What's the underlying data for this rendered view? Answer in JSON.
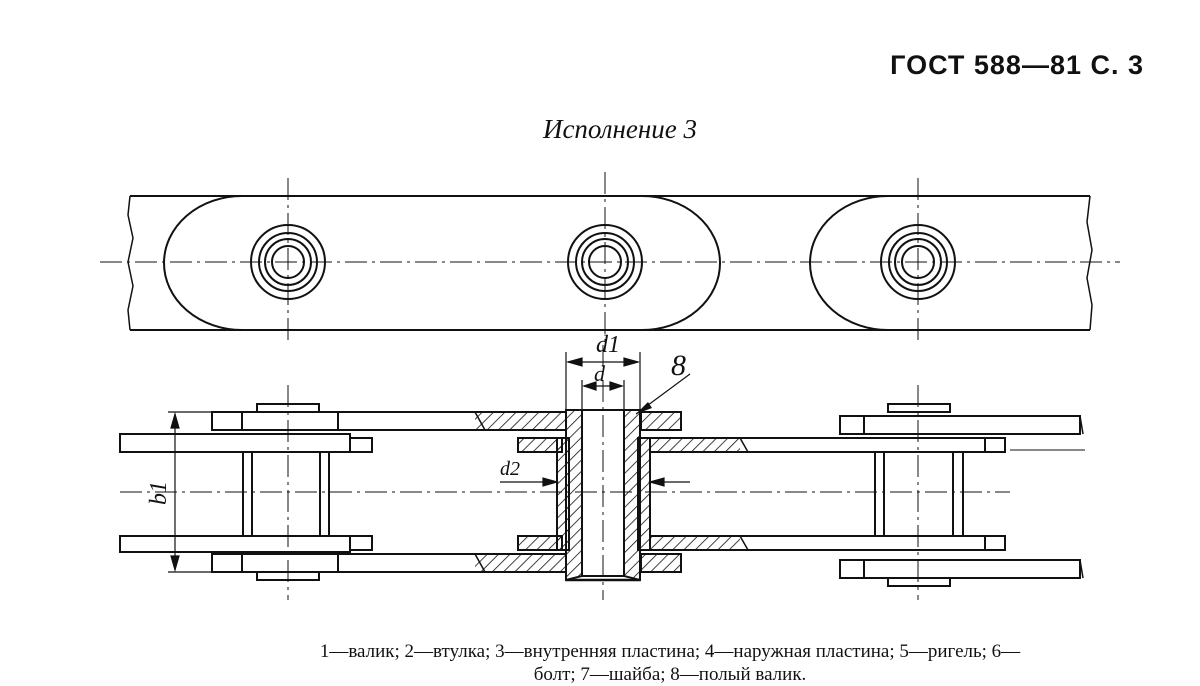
{
  "header": {
    "gost": "ГОСТ 588—81 С. 3"
  },
  "section_title": "Исполнение 3",
  "drawing": {
    "labels": {
      "d1": "d1",
      "d": "d",
      "callout": "8",
      "d2": "d2",
      "b1": "b1"
    }
  },
  "caption": {
    "line1": "1—валик; 2—втулка; 3—внутренняя пластина; 4—наружная пластина; 5—ригель; 6—",
    "line2": "болт; 7—шайба; 8—полый валик."
  }
}
